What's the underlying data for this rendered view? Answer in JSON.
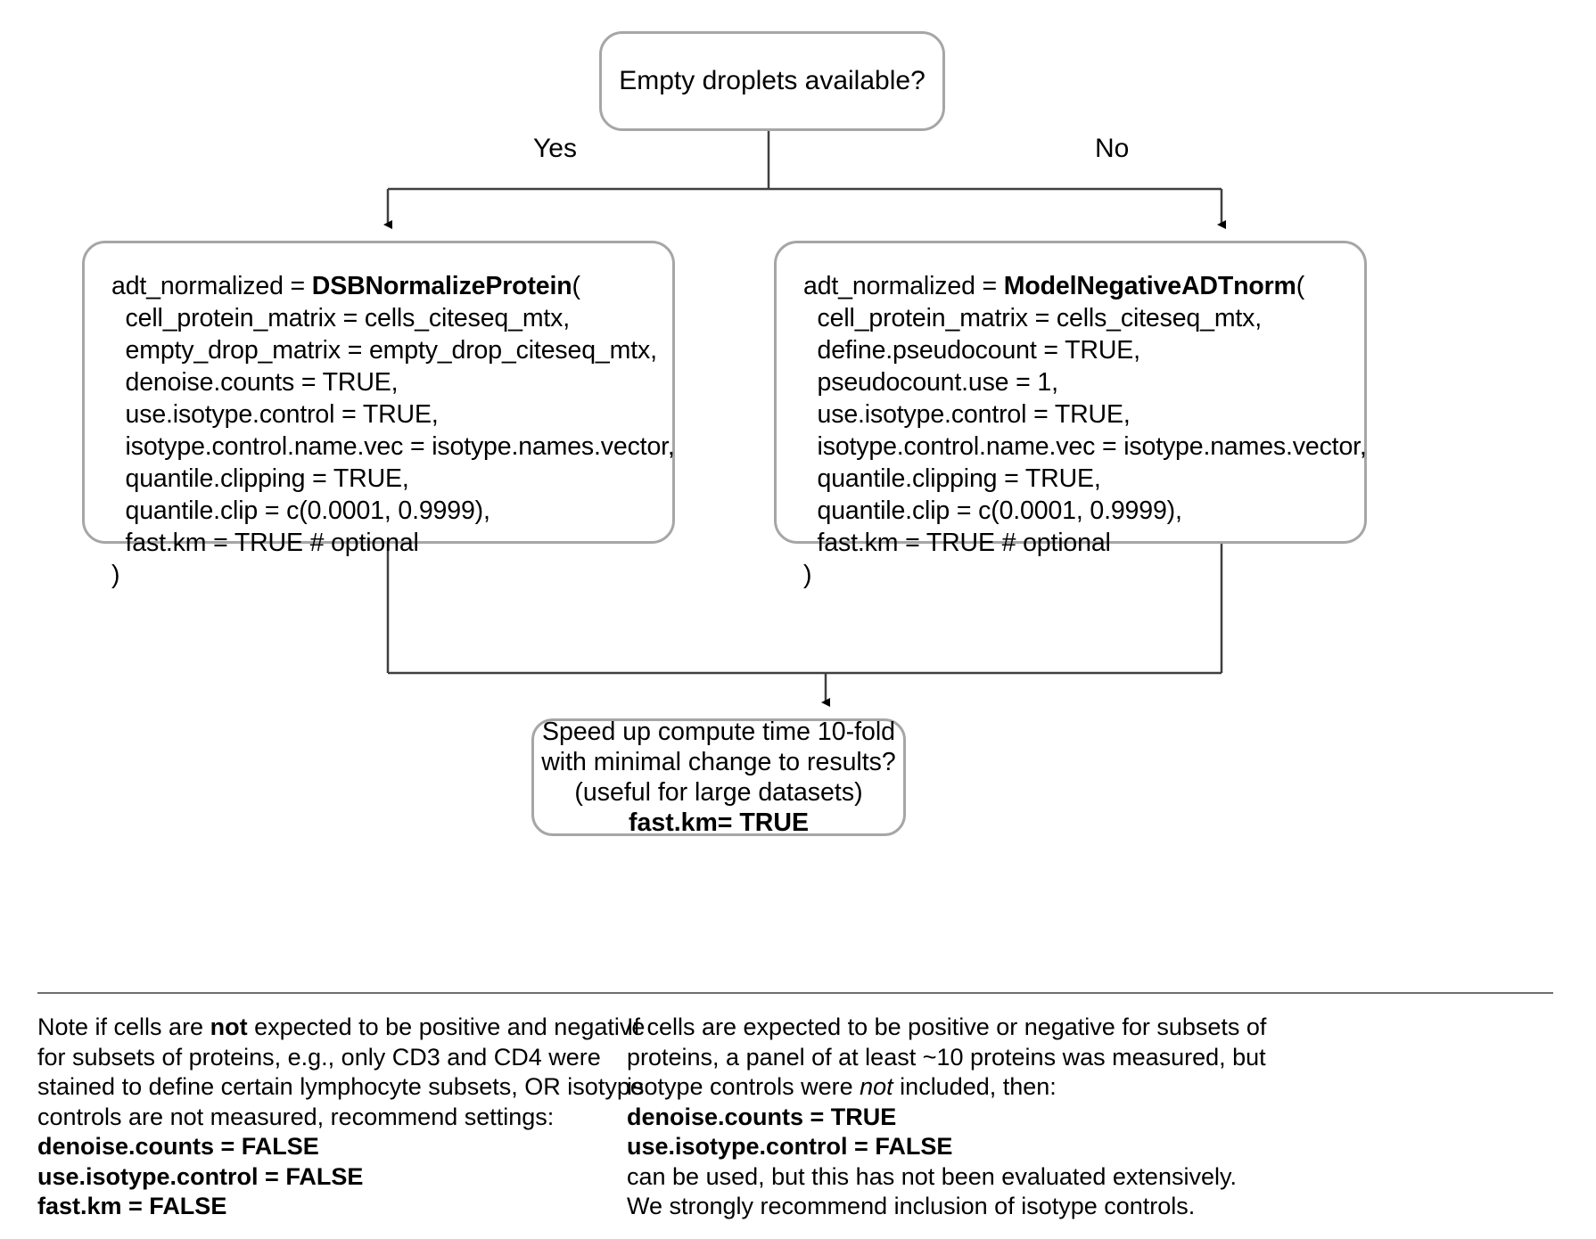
{
  "diagram": {
    "title_node": {
      "label": "Empty droplets available?"
    },
    "edges": {
      "yes_label": "Yes",
      "no_label": "No"
    },
    "left_box": {
      "lines": [
        {
          "plain": "adt_normalized = ",
          "bold": "DSBNormalizeProtein",
          "tail": "("
        },
        {
          "plain": "  cell_protein_matrix = cells_citeseq_mtx,",
          "bold": "",
          "tail": ""
        },
        {
          "plain": "  empty_drop_matrix = empty_drop_citeseq_mtx,",
          "bold": "",
          "tail": ""
        },
        {
          "plain": "  denoise.counts = TRUE,",
          "bold": "",
          "tail": ""
        },
        {
          "plain": "  use.isotype.control = TRUE,",
          "bold": "",
          "tail": ""
        },
        {
          "plain": "  isotype.control.name.vec = isotype.names.vector,",
          "bold": "",
          "tail": ""
        },
        {
          "plain": "  quantile.clipping = TRUE,",
          "bold": "",
          "tail": ""
        },
        {
          "plain": "  quantile.clip = c(0.0001, 0.9999),",
          "bold": "",
          "tail": ""
        },
        {
          "plain": "  fast.km = TRUE # optional",
          "bold": "",
          "tail": ""
        },
        {
          "plain": ")",
          "bold": "",
          "tail": ""
        }
      ]
    },
    "right_box": {
      "lines": [
        {
          "plain": "adt_normalized = ",
          "bold": "ModelNegativeADTnorm",
          "tail": "("
        },
        {
          "plain": "  cell_protein_matrix = cells_citeseq_mtx,",
          "bold": "",
          "tail": ""
        },
        {
          "plain": "  define.pseudocount = TRUE,",
          "bold": "",
          "tail": ""
        },
        {
          "plain": "  pseudocount.use = 1,",
          "bold": "",
          "tail": ""
        },
        {
          "plain": "  use.isotype.control = TRUE,",
          "bold": "",
          "tail": ""
        },
        {
          "plain": "  isotype.control.name.vec = isotype.names.vector,",
          "bold": "",
          "tail": ""
        },
        {
          "plain": "  quantile.clipping = TRUE,",
          "bold": "",
          "tail": ""
        },
        {
          "plain": "  quantile.clip = c(0.0001, 0.9999),",
          "bold": "",
          "tail": ""
        },
        {
          "plain": "  fast.km = TRUE # optional",
          "bold": "",
          "tail": ""
        },
        {
          "plain": ")",
          "bold": "",
          "tail": ""
        }
      ]
    },
    "bottom_box": {
      "line1": "Speed up compute time 10-fold",
      "line2": "with minimal change to results?",
      "line3": "(useful for large datasets)",
      "line4": "fast.km= TRUE"
    }
  },
  "footer": {
    "left": {
      "line1_a": "Note if cells are ",
      "line1_b": "not",
      "line1_c": " expected to be positive and negative",
      "line2": "for subsets of proteins, e.g., only CD3 and CD4 were",
      "line3": "stained to define certain lymphocyte subsets, OR isotype",
      "line4": "controls are not measured, recommend settings:",
      "line5": "denoise.counts = FALSE",
      "line6": "use.isotype.control = FALSE",
      "line7": "fast.km = FALSE"
    },
    "right": {
      "line1": "If cells are expected to be positive or negative for subsets of",
      "line2": "proteins, a panel of at least ~10 proteins was measured, but",
      "line3_a": "isotype controls were ",
      "line3_b": "not",
      "line3_c": " included, then:",
      "line4": "denoise.counts = TRUE",
      "line5": "use.isotype.control = FALSE",
      "line6": "can be used, but this has not been evaluated extensively.",
      "line7": "We strongly recommend inclusion of isotype controls."
    }
  },
  "colors": {
    "node_border": "#a6a6a6",
    "connector": "#3f3f3f",
    "text": "#000000",
    "rule": "#6e6e6e"
  }
}
